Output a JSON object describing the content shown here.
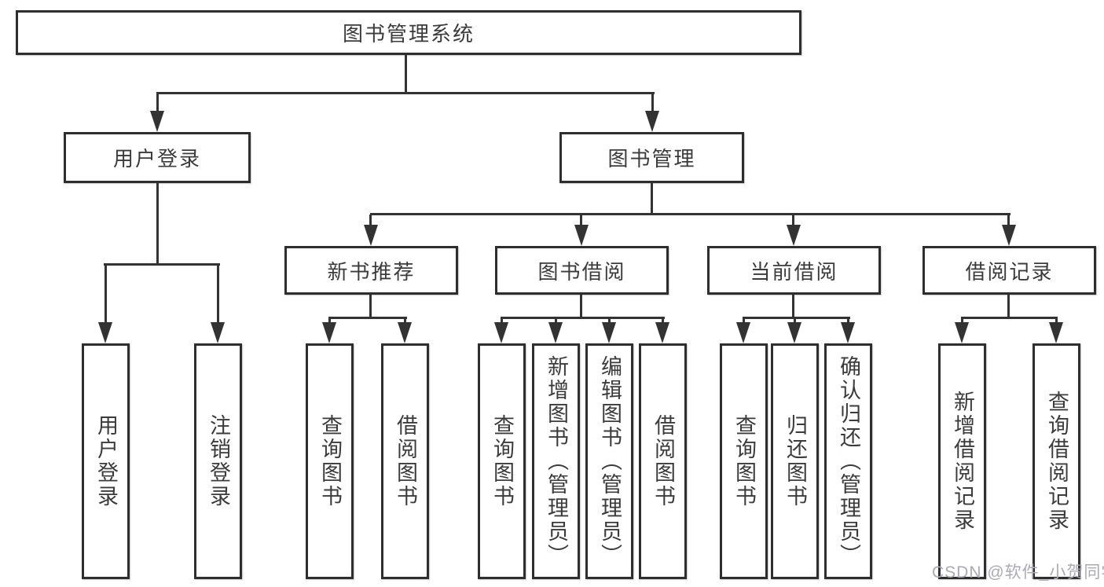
{
  "tree": {
    "root": "图书管理系统",
    "login": {
      "label": "用户登录",
      "children": [
        "用户登录",
        "注销登录"
      ]
    },
    "manage": {
      "label": "图书管理",
      "groups": [
        {
          "label": "新书推荐",
          "children": [
            "查询图书",
            "借阅图书"
          ]
        },
        {
          "label": "图书借阅",
          "children": [
            "查询图书",
            "新增图书（管理员）",
            "编辑图书（管理员）",
            "借阅图书"
          ]
        },
        {
          "label": "当前借阅",
          "children": [
            "查询图书",
            "归还图书",
            "确认归还（管理员）"
          ]
        },
        {
          "label": "借阅记录",
          "children": [
            "新增借阅记录",
            "查询借阅记录"
          ]
        }
      ]
    }
  },
  "watermark": {
    "text": "CSDN @软件_小贺同学"
  },
  "colors": {
    "line": "#333333",
    "box_border": "#2e2e2e",
    "text": "#3b3b3b",
    "watermark": "#a9aab4",
    "background": "#ffffff"
  }
}
